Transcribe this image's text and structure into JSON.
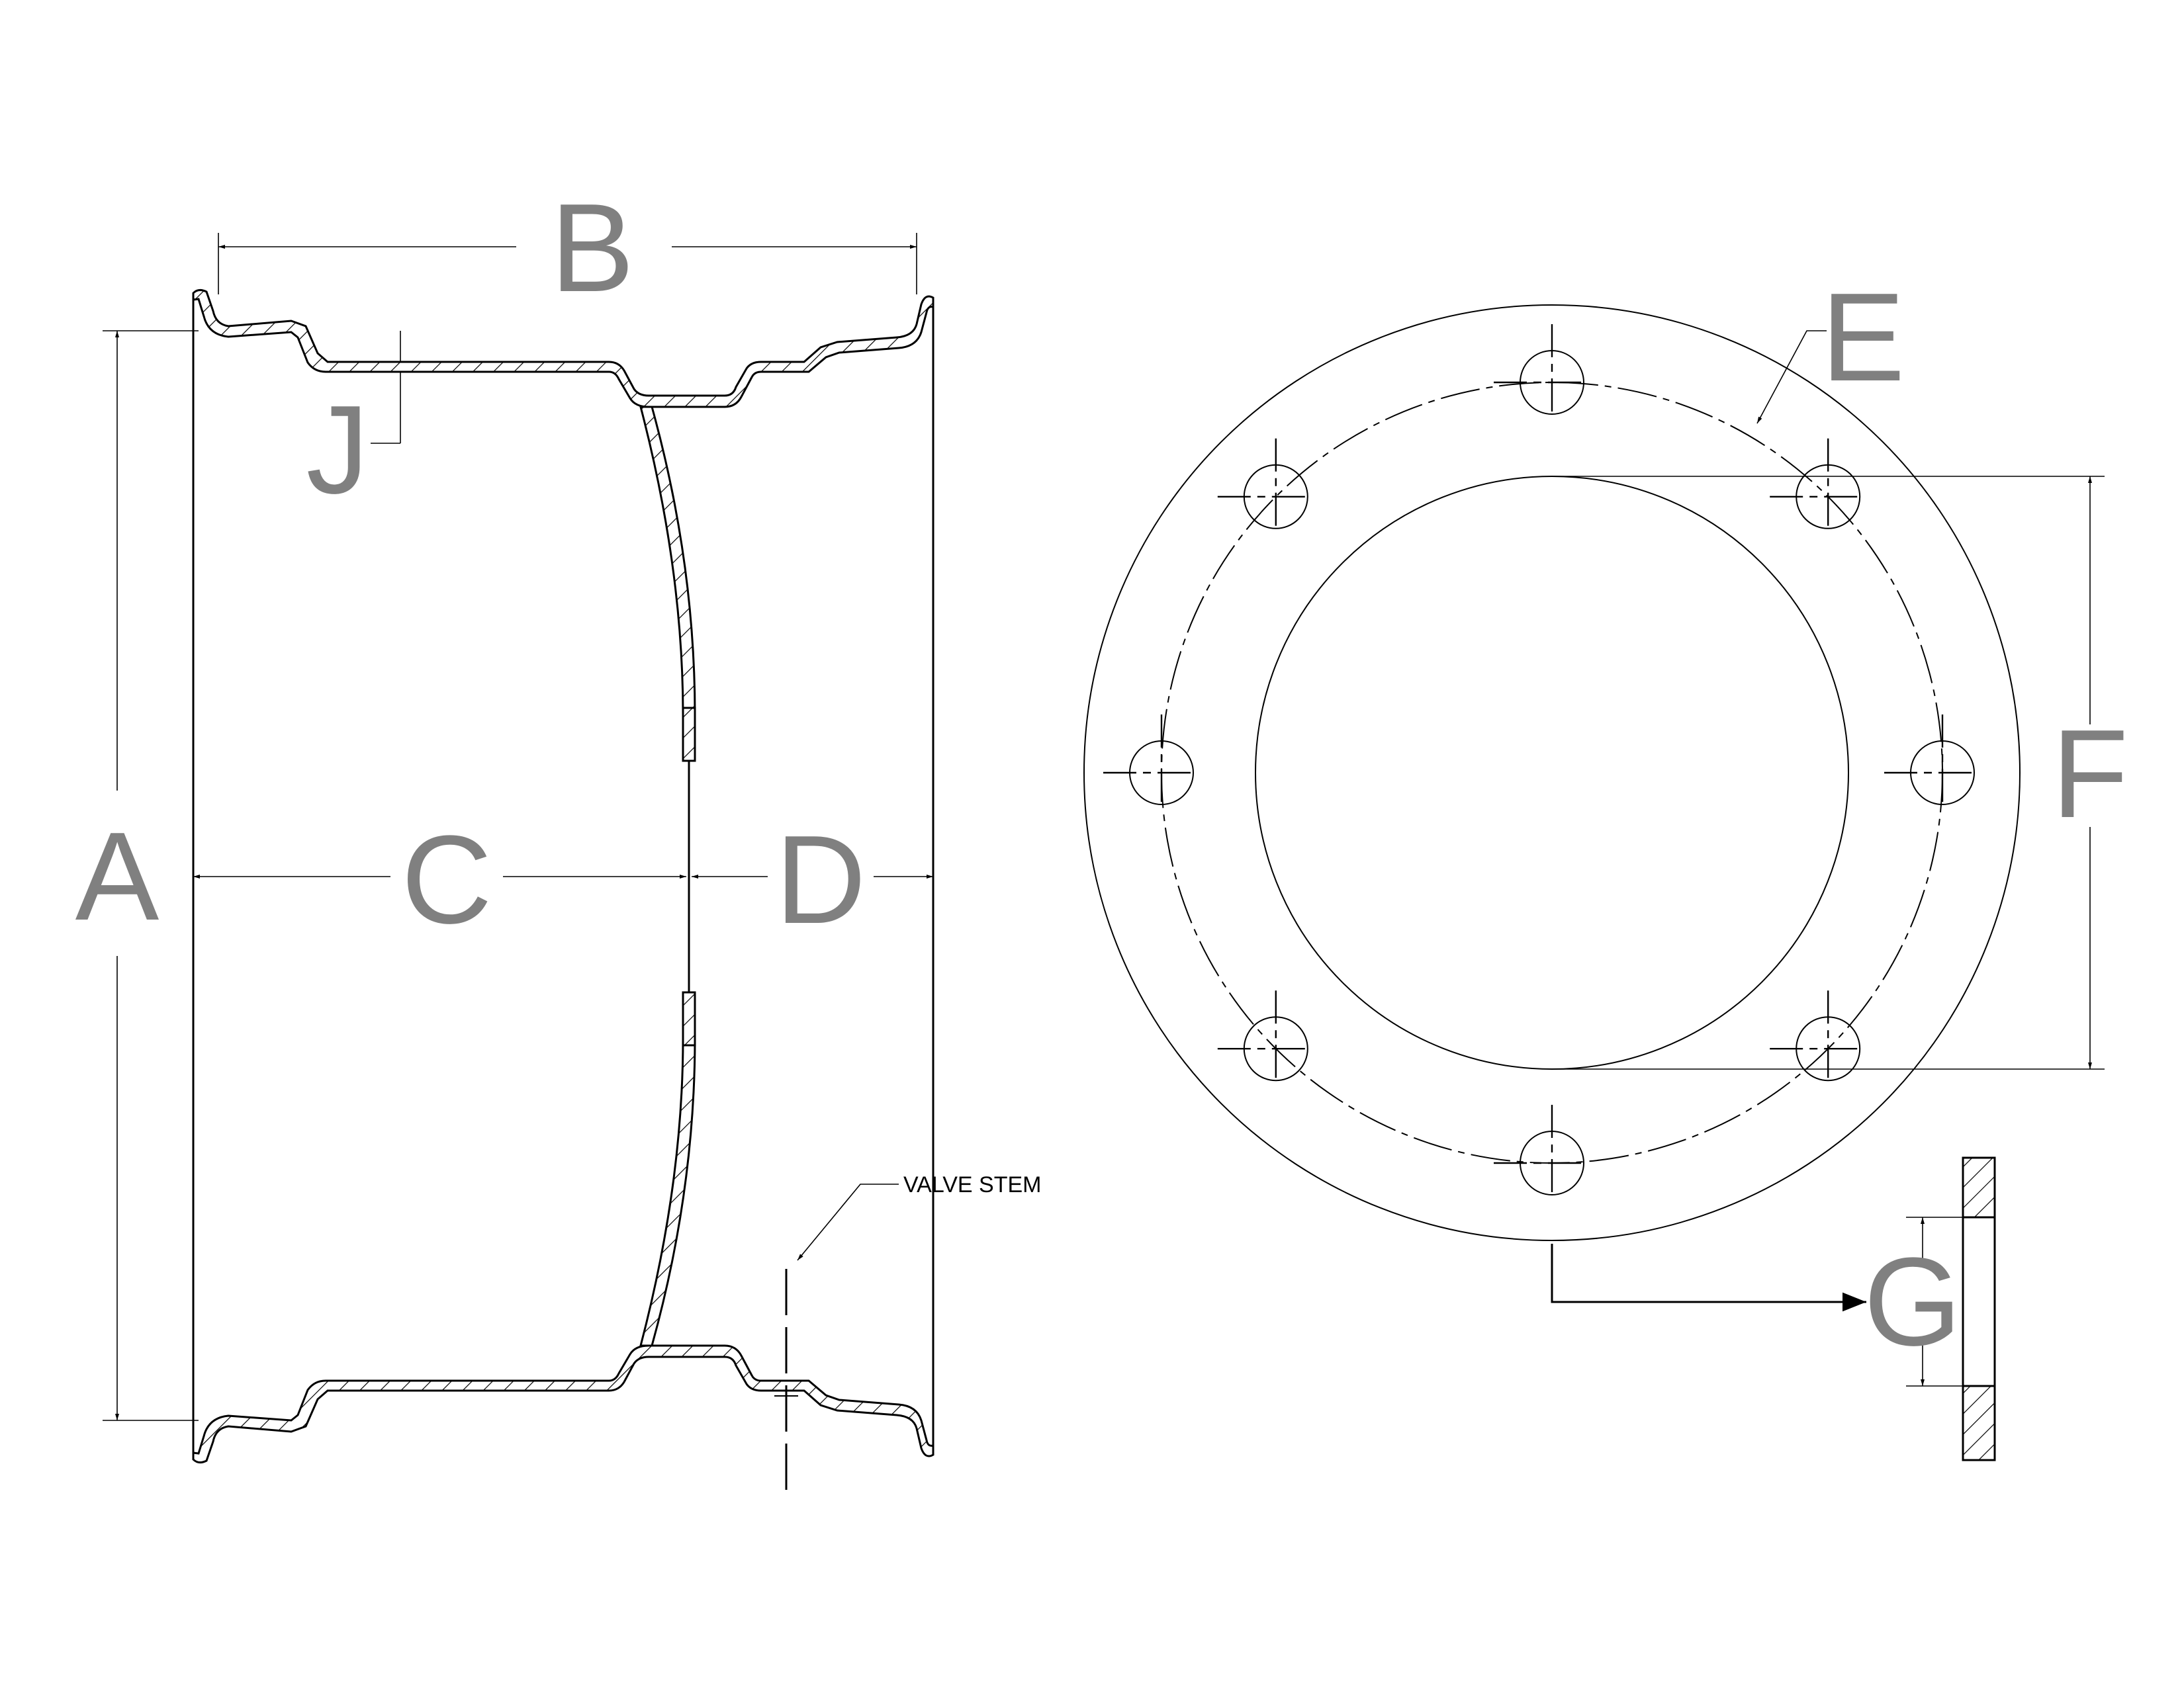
{
  "labels": {
    "A": "A",
    "B": "B",
    "C": "C",
    "D": "D",
    "E": "E",
    "F": "F",
    "G": "G",
    "J": "J"
  },
  "notes": {
    "valve_stem": "VALVE STEM"
  },
  "colors": {
    "letters": "#808080",
    "lines": "#000000",
    "background": "#ffffff"
  },
  "bolt_holes": 8
}
